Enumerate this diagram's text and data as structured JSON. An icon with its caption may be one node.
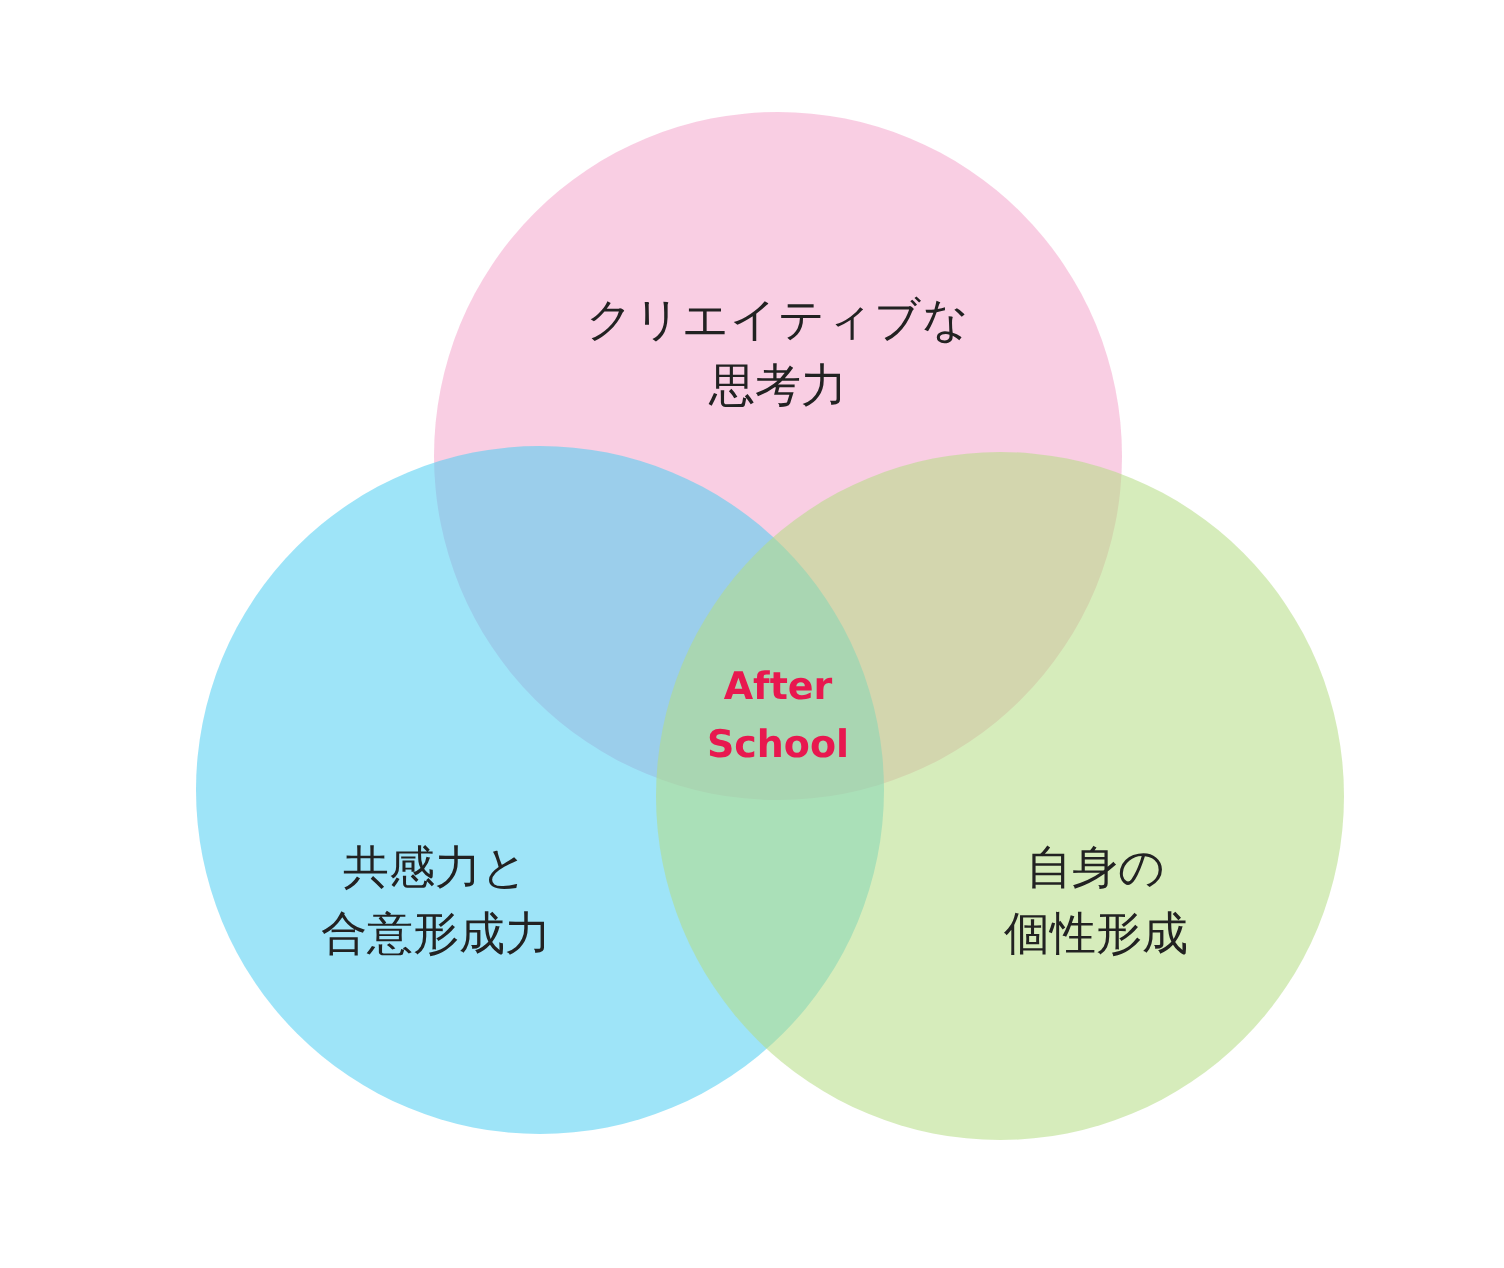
{
  "diagram": {
    "nodes": [
      {
        "text": [
          "クリエイティブな思考力"
        ]
      },
      {
        "text": [
          "共感力と合意形成力"
        ]
      },
      {
        "text": [
          "自身の個性形成"
        ]
      }
    ],
    "labels": [
      "After School"
    ]
  }
}
